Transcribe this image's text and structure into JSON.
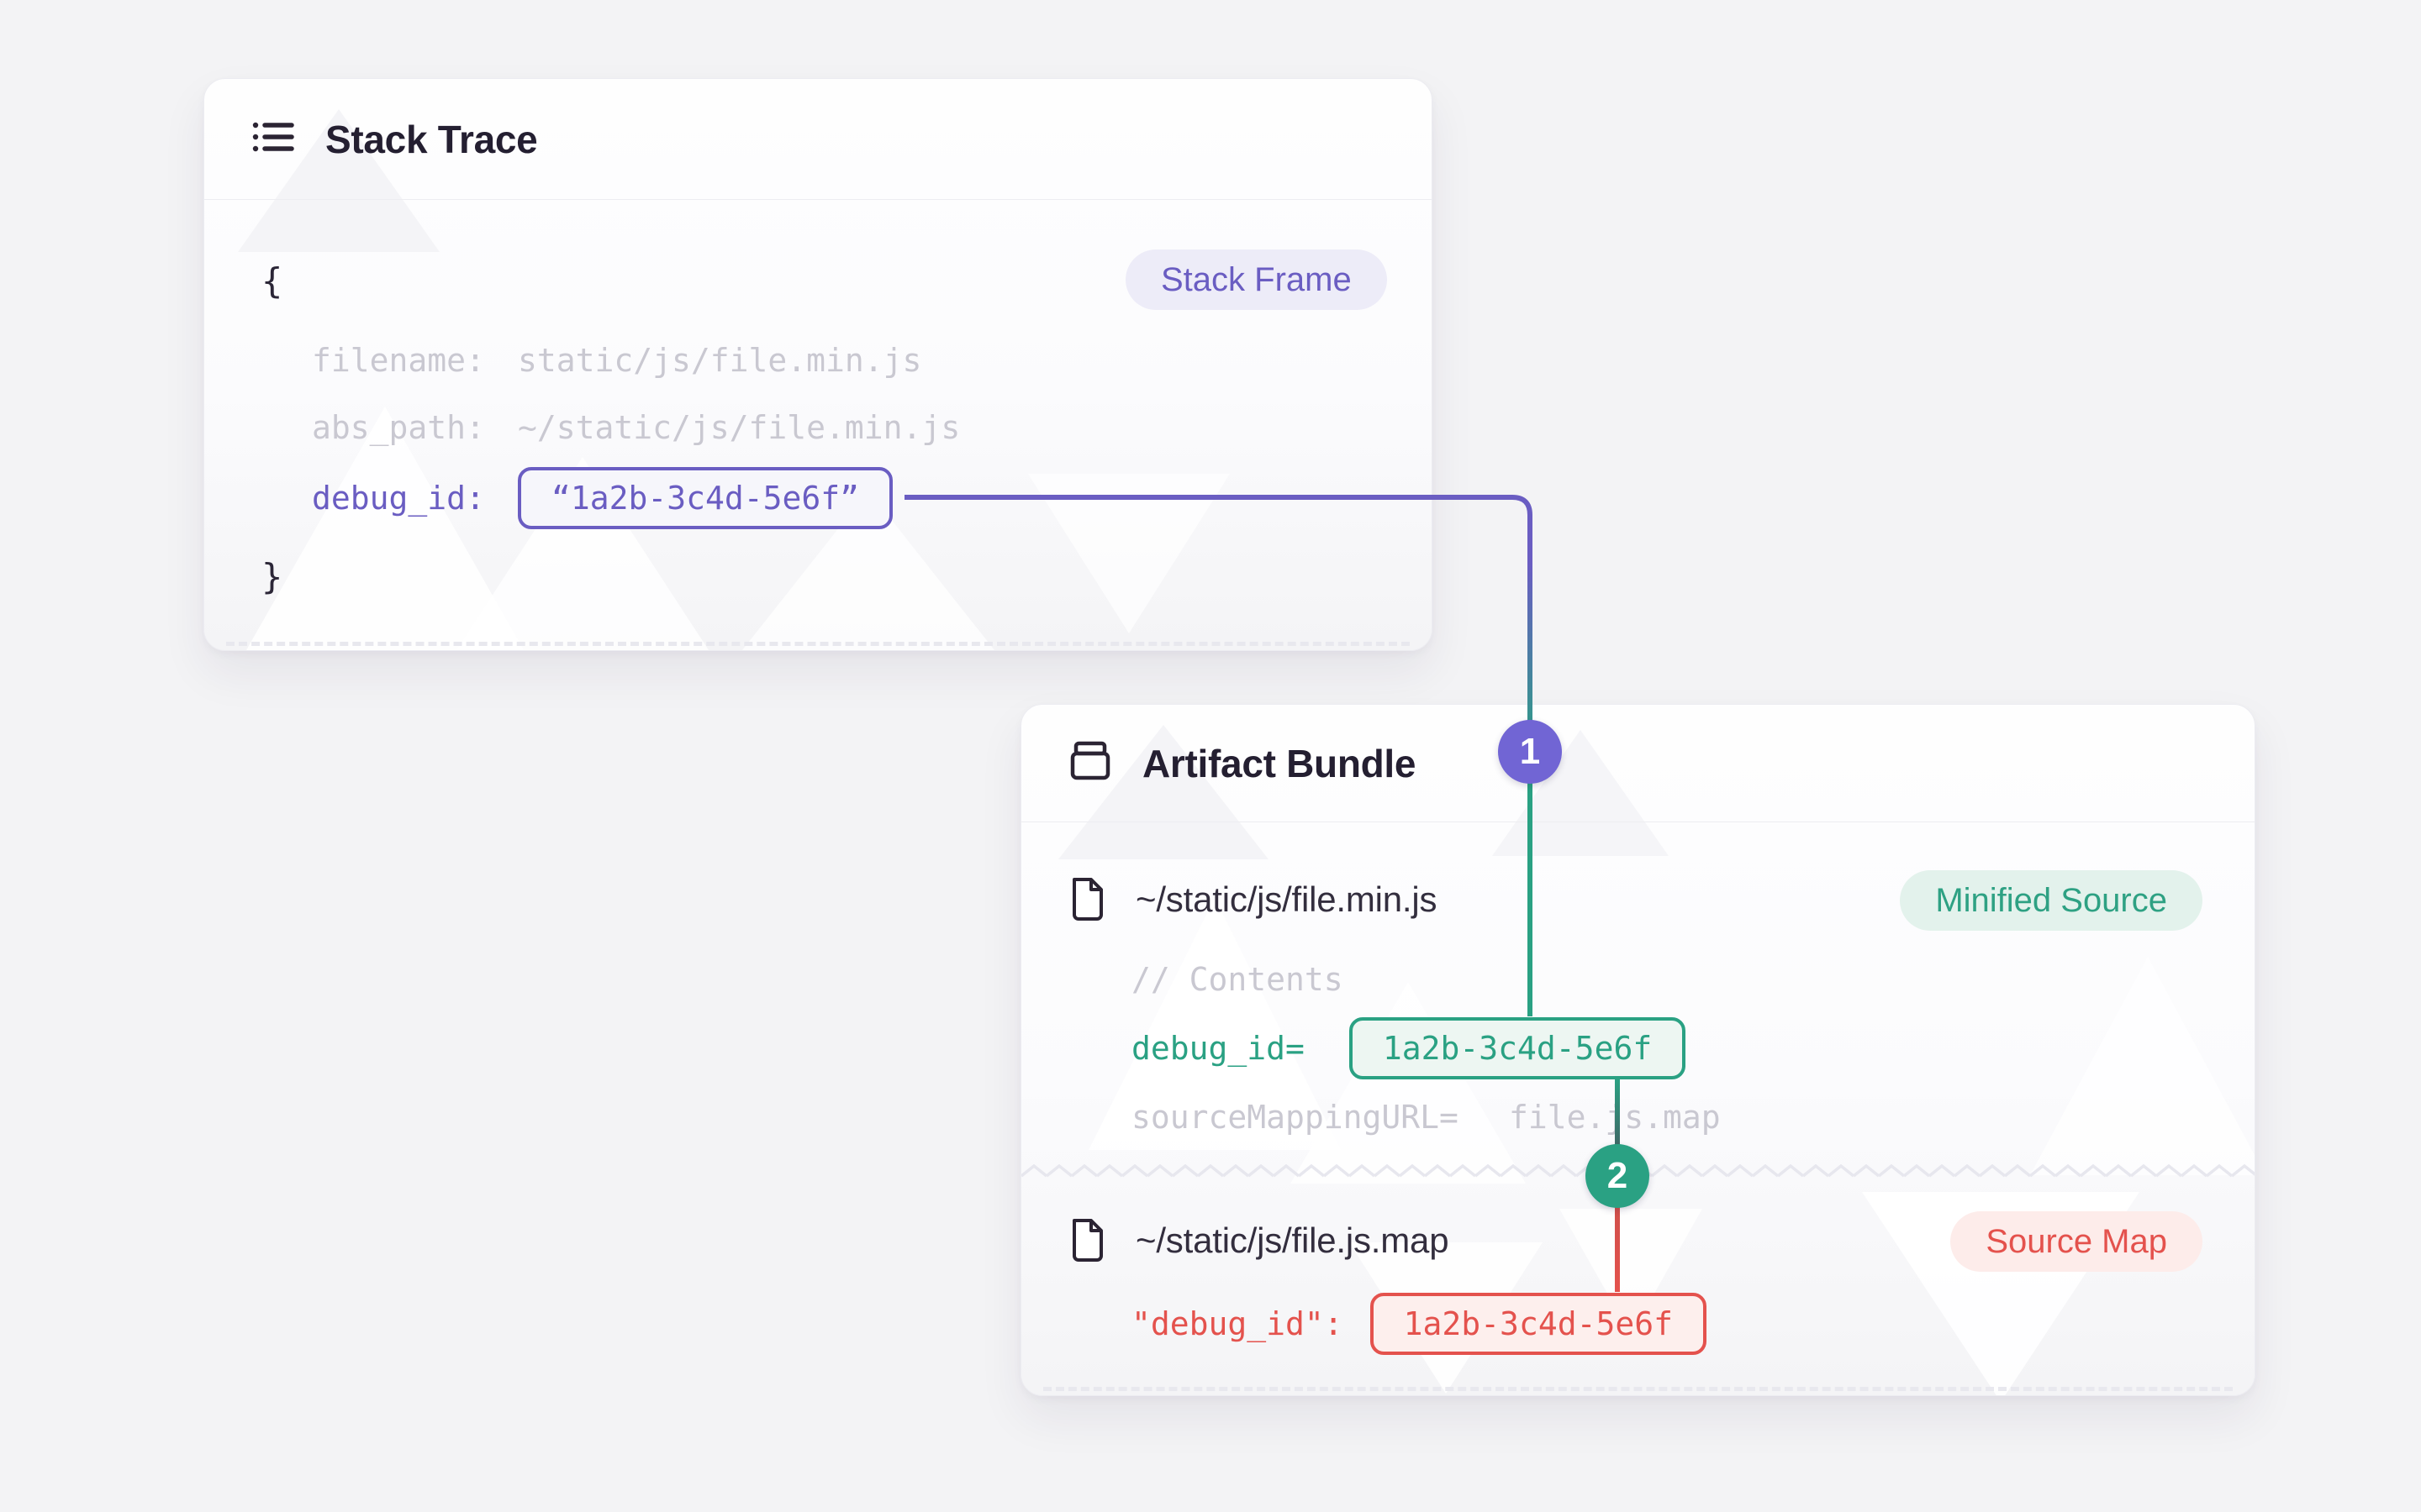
{
  "colors": {
    "accent_purple": "#6a5dc2",
    "accent_teal": "#2aa183",
    "accent_red": "#e4524d",
    "muted_text": "#c9c8d1",
    "page_background": "#f3f3f5"
  },
  "stack_trace": {
    "title": "Stack Trace",
    "frame_badge": "Stack Frame",
    "brace_open": "{",
    "brace_close": "}",
    "filename_label": "filename:",
    "filename_value": "static/js/file.min.js",
    "abs_path_label": "abs_path:",
    "abs_path_value": "~/static/js/file.min.js",
    "debug_id_label": "debug_id:",
    "debug_id_value": "“1a2b-3c4d-5e6f”"
  },
  "artifact_bundle": {
    "title": "Artifact Bundle",
    "minified": {
      "path": "~/static/js/file.min.js",
      "badge": "Minified Source",
      "contents_comment": "// Contents",
      "debug_id_label": "debug_id=",
      "debug_id_value": "1a2b-3c4d-5e6f",
      "source_mapping_label": "sourceMappingURL=",
      "source_mapping_value": "file.js.map"
    },
    "sourcemap": {
      "path": "~/static/js/file.js.map",
      "badge": "Source Map",
      "debug_id_label": "\"debug_id\":",
      "debug_id_value": "1a2b-3c4d-5e6f"
    }
  },
  "connectors": {
    "step1": "1",
    "step2": "2"
  }
}
